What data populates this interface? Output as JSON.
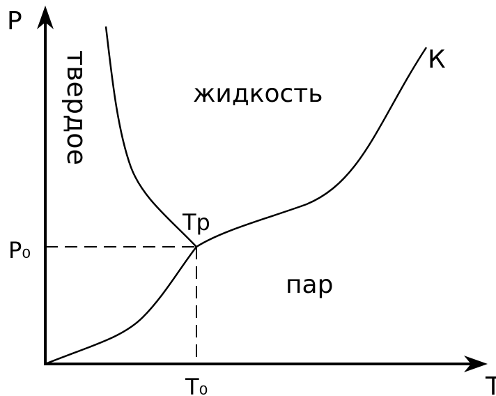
{
  "diagram": {
    "axes": {
      "p_label": "P",
      "t_label": "T"
    },
    "regions": {
      "solid": "твердое",
      "liquid": "жидкость",
      "vapor": "пар"
    },
    "points": {
      "triple_point": "Tр",
      "critical_point": "К"
    },
    "ticks": {
      "p0": "P₀",
      "t0": "T₀"
    },
    "colors": {
      "ink": "#000000",
      "background": "#ffffff"
    }
  }
}
